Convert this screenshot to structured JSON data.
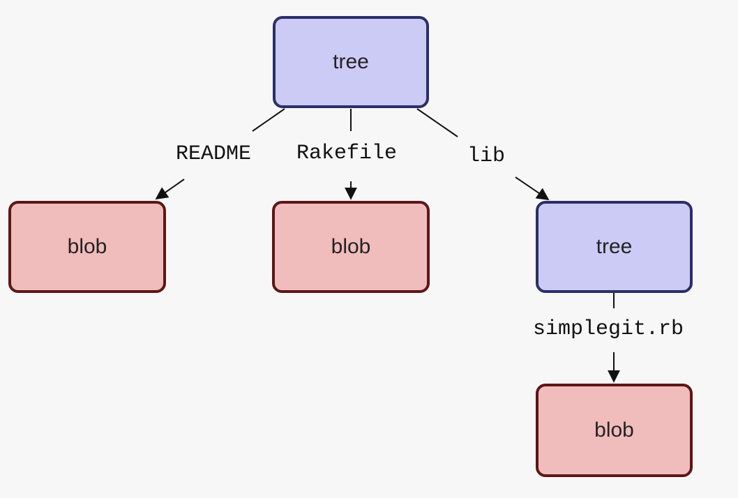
{
  "colors": {
    "background": "#f7f7f7",
    "tree_fill": "#cccbf6",
    "tree_border": "#2c2f66",
    "blob_fill": "#f1bcbc",
    "blob_border": "#5e1616",
    "edge": "#111111"
  },
  "nodes": {
    "root_tree": "tree",
    "readme_blob": "blob",
    "rakefile_blob": "blob",
    "lib_tree": "tree",
    "simplegit_blob": "blob"
  },
  "edges": {
    "readme": "README",
    "rakefile": "Rakefile",
    "lib": "lib",
    "simplegit": "simplegit.rb"
  }
}
